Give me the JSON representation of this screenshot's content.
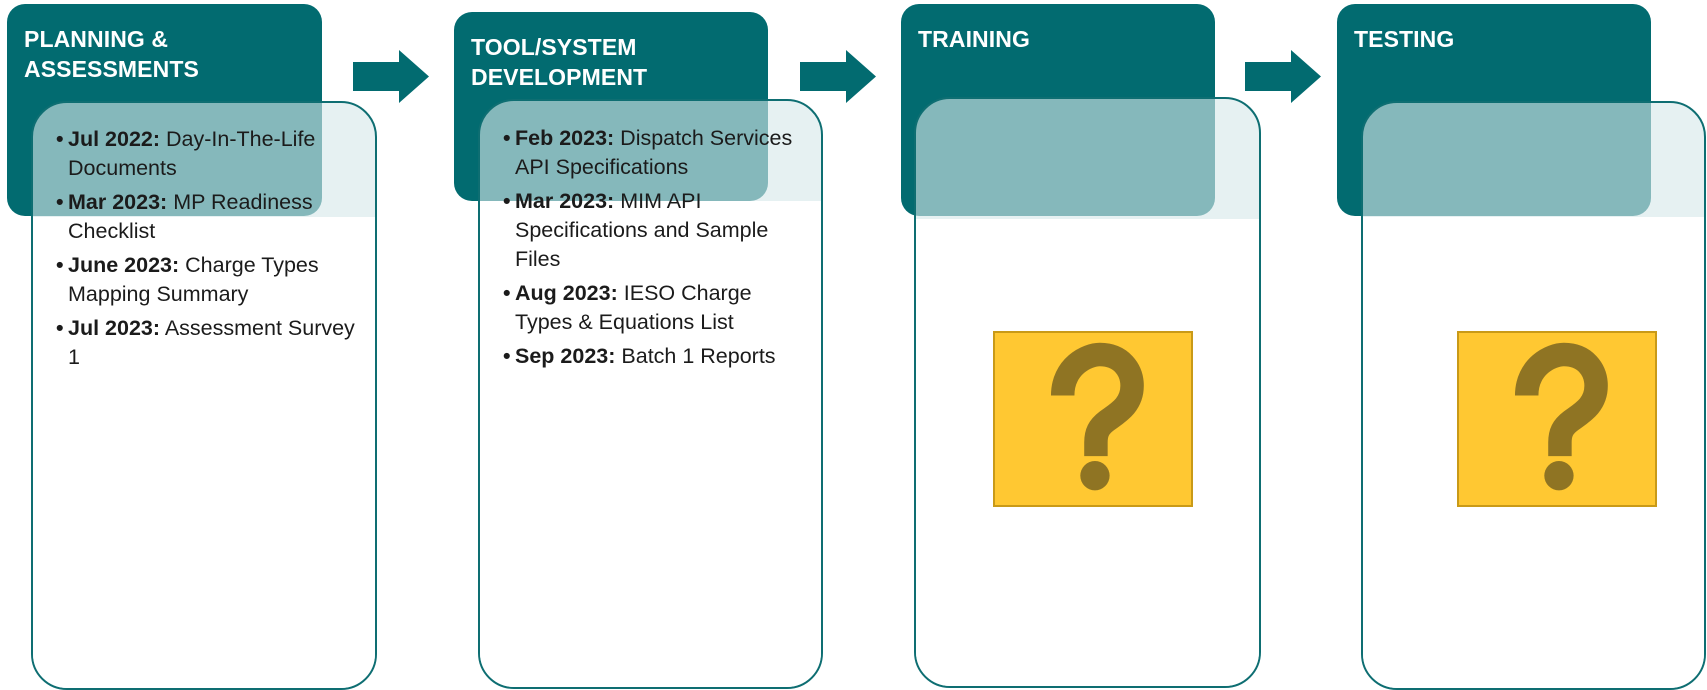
{
  "phases": [
    {
      "title_lines": [
        "PLANNING &",
        "ASSESSMENTS"
      ],
      "items": [
        {
          "date": "Jul 2022:",
          "text": "Day-In-The-Life Documents"
        },
        {
          "date": "Mar 2023:",
          "text": "MP Readiness Checklist"
        },
        {
          "date": "June 2023:",
          "text": "Charge Types Mapping Summary"
        },
        {
          "date": "Jul 2023:",
          "text": "Assessment Survey 1"
        }
      ]
    },
    {
      "title_lines": [
        "TOOL/SYSTEM",
        "DEVELOPMENT"
      ],
      "items": [
        {
          "date": "Feb 2023:",
          "text": "Dispatch Services API Specifications"
        },
        {
          "date": "Mar 2023:",
          "text": "MIM API Specifications and Sample Files"
        },
        {
          "date": "Aug 2023:",
          "text": "IESO Charge Types & Equations List"
        },
        {
          "date": "Sep 2023:",
          "text": "Batch 1 Reports"
        }
      ]
    },
    {
      "title_lines": [
        "TRAINING"
      ],
      "items": [],
      "icon": "question-mark-icon"
    },
    {
      "title_lines": [
        "TESTING"
      ],
      "items": [],
      "icon": "question-mark-icon"
    }
  ],
  "bullet": "•",
  "colors": {
    "header": "#026b70",
    "card_border": "#0e6e72",
    "arrow": "#026b70",
    "placeholder_fill": "#ffc832",
    "placeholder_glyph": "#8f7423"
  }
}
